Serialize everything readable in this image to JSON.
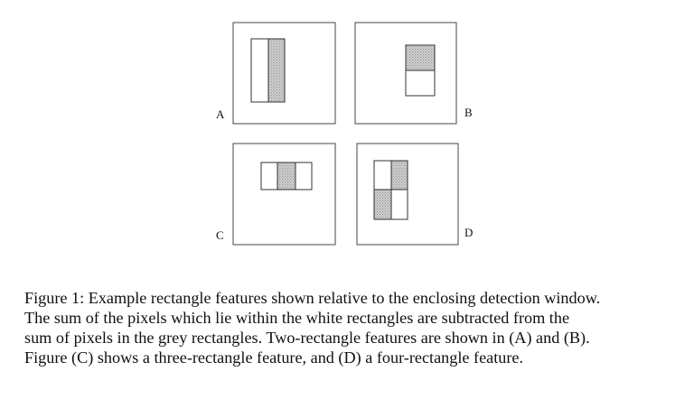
{
  "figure": {
    "panels": [
      {
        "label": "A",
        "feature": "two-rectangle-vertical"
      },
      {
        "label": "B",
        "feature": "two-rectangle-horizontal"
      },
      {
        "label": "C",
        "feature": "three-rectangle"
      },
      {
        "label": "D",
        "feature": "four-rectangle"
      }
    ],
    "colors": {
      "outline": "#444444",
      "white_rect": "#ffffff",
      "grey_rect": "#c8c8c8"
    }
  },
  "caption": {
    "lines": [
      "Figure 1: Example rectangle features shown relative to the enclosing detection window.",
      "The sum of the pixels which lie within the white rectangles are subtracted from the",
      "sum of pixels in the grey rectangles. Two-rectangle features are shown in (A) and (B).",
      "Figure (C) shows a three-rectangle feature, and (D) a four-rectangle feature."
    ]
  }
}
